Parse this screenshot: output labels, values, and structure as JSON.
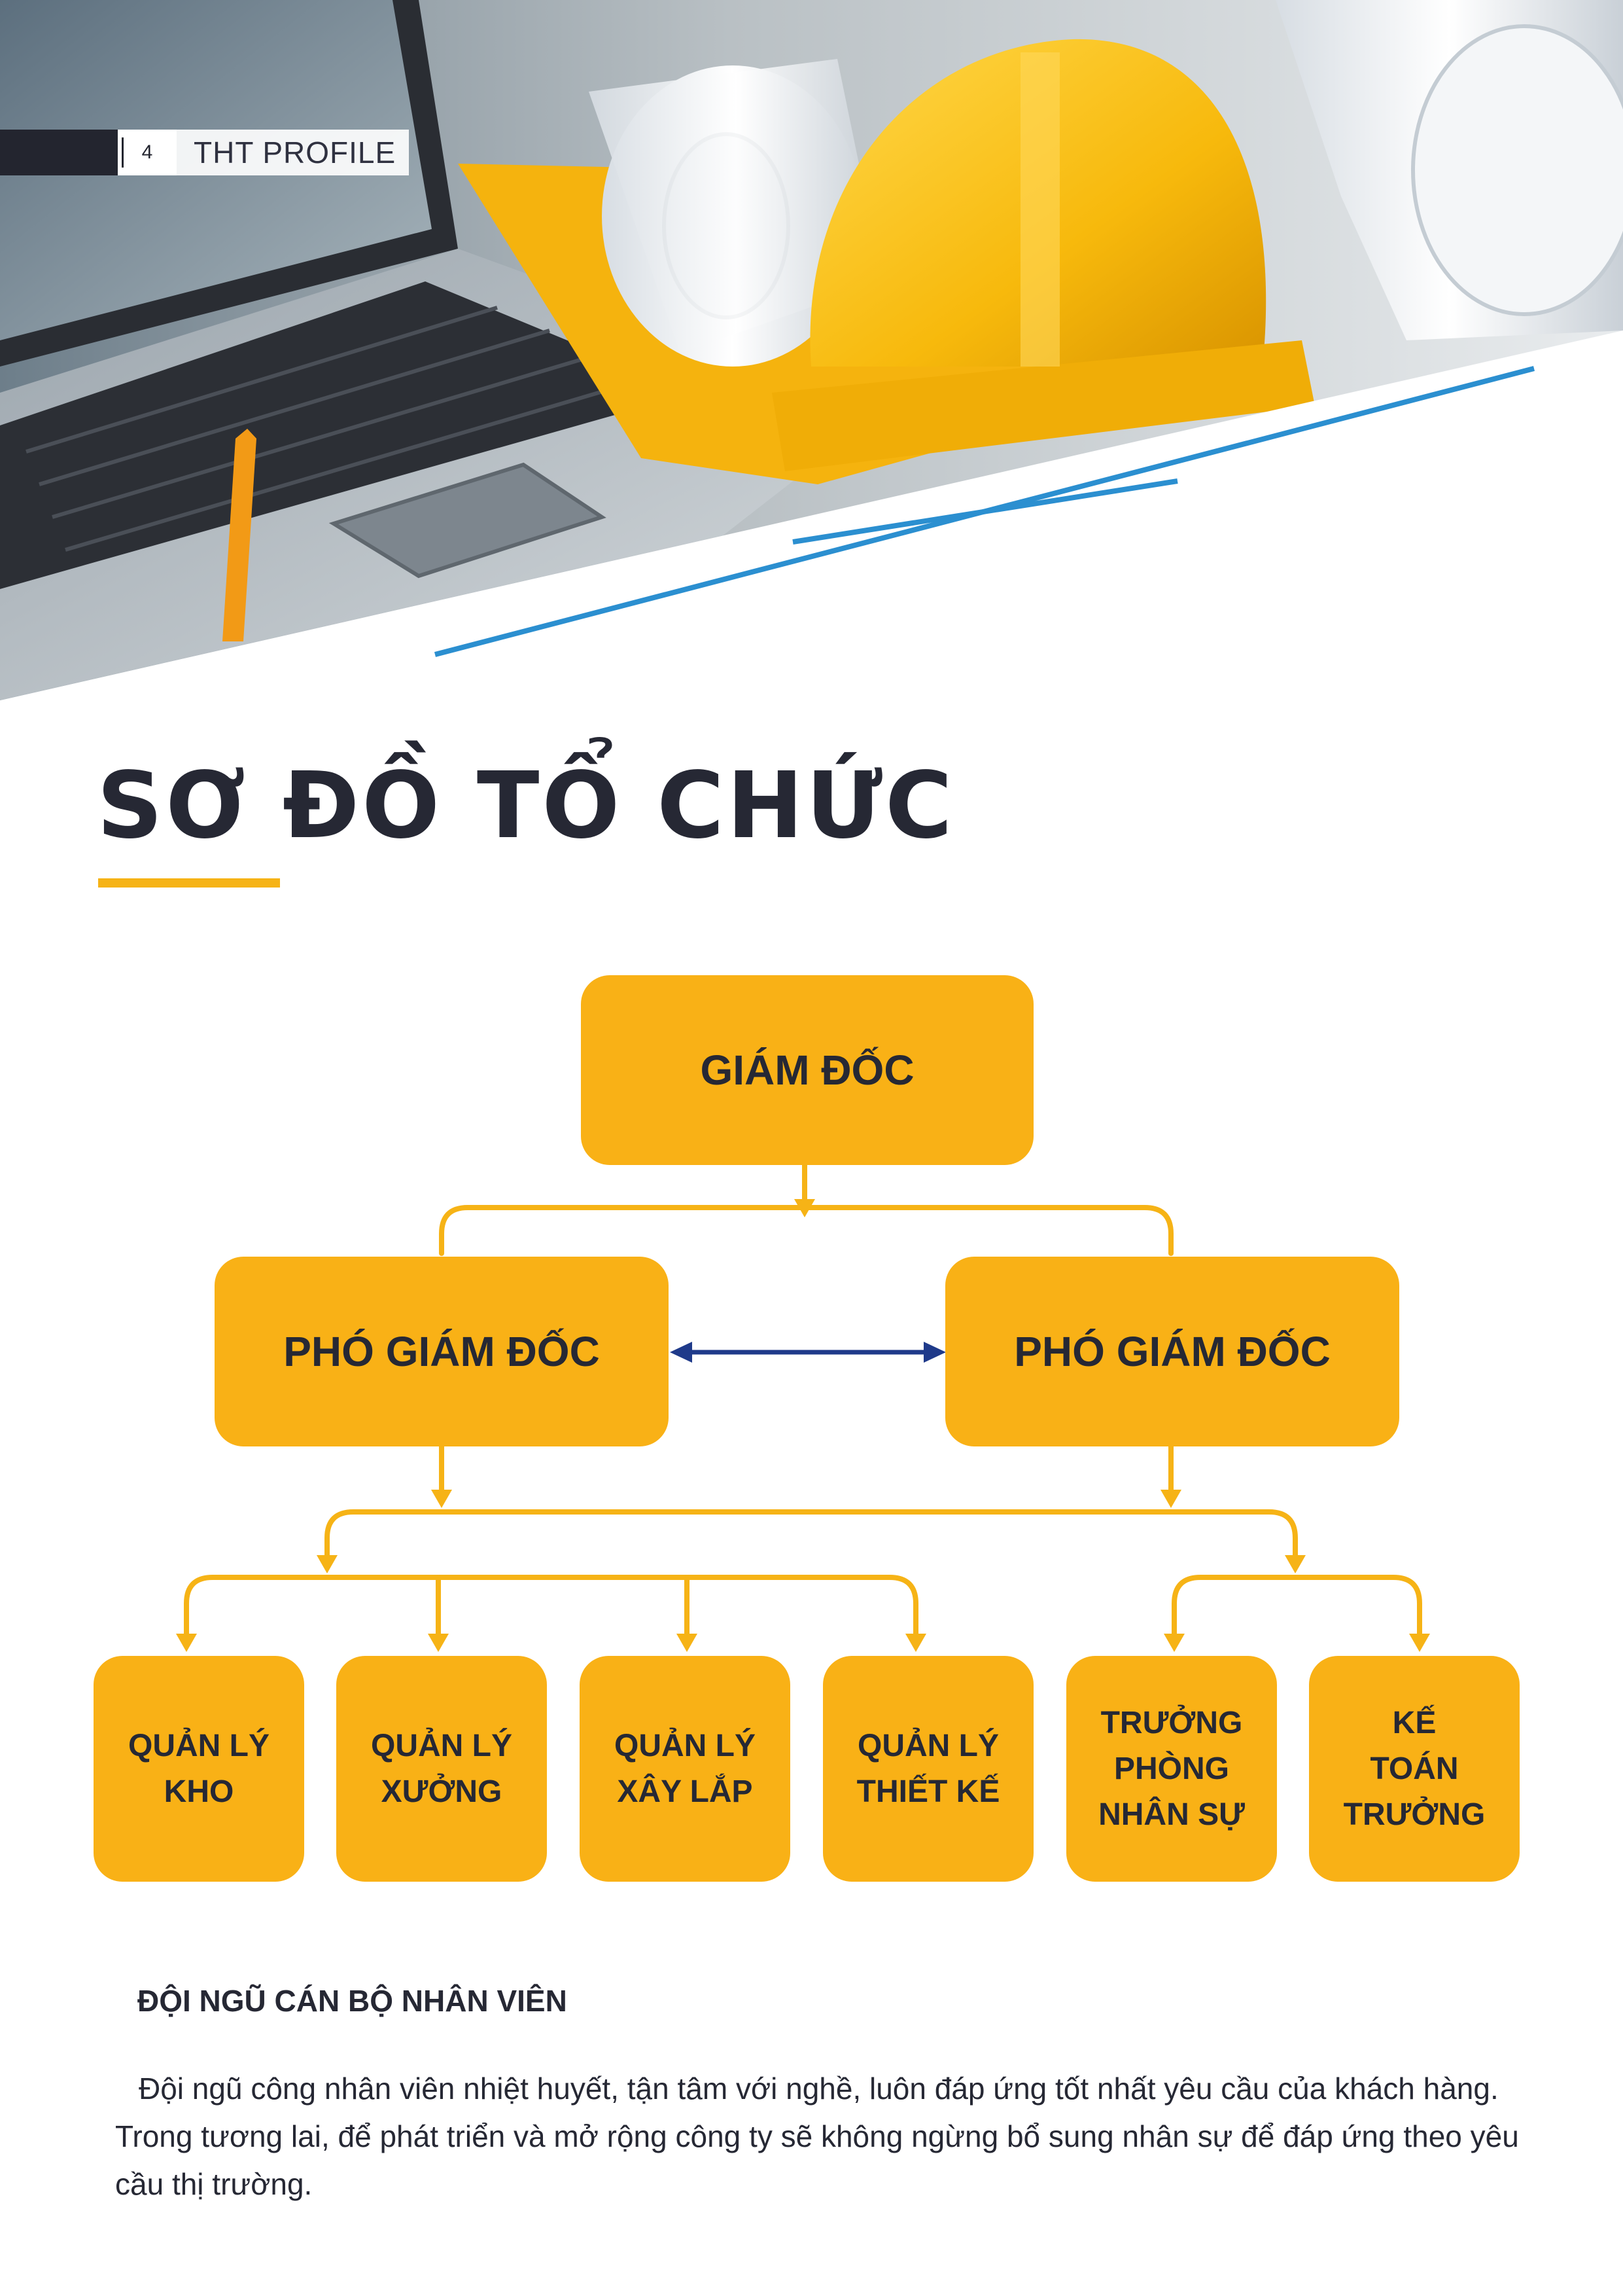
{
  "header": {
    "page_number": "4",
    "profile_title": "THT PROFILE"
  },
  "page_title": "SƠ ĐỒ TỔ CHỨC",
  "org_chart": {
    "director": "GIÁM ĐỐC",
    "deputies": [
      "PHÓ GIÁM ĐỐC",
      "PHÓ GIÁM ĐỐC"
    ],
    "departments": [
      "QUẢN LÝ\nKHO",
      "QUẢN LÝ\nXƯỞNG",
      "QUẢN LÝ\nXÂY LẮP",
      "QUẢN LÝ\nTHIẾT KẾ",
      "TRƯỞNG\nPHÒNG\nNHÂN SỰ",
      "KẾ\nTOÁN\nTRƯỞNG"
    ]
  },
  "staff_section": {
    "heading": "ĐỘI NGŨ CÁN BỘ NHÂN VIÊN",
    "paragraph": "Đội ngũ công nhân viên nhiệt huyết, tận tâm với nghề, luôn đáp ứng tốt nhất yêu cầu của khách hàng. Trong tương lai, để phát triển và mở rộng công ty sẽ không ngừng bổ sung nhân sự để đáp ứng theo yêu cầu thị trường."
  },
  "colors": {
    "accent": "#f9b116",
    "dark": "#262834",
    "blue_line": "#2b8fd0",
    "arrow_blue": "#1f3a8a"
  }
}
